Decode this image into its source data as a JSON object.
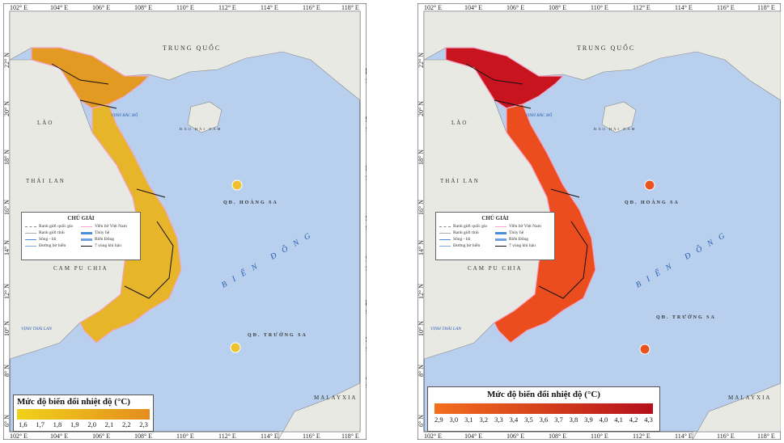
{
  "axes": {
    "lon_labels": [
      "102° E",
      "104° E",
      "106° E",
      "108° E",
      "110° E",
      "112° E",
      "114° E",
      "116° E",
      "118° E"
    ],
    "lat_labels": [
      "22° N",
      "20° N",
      "18° N",
      "16° N",
      "14° N",
      "12° N",
      "10° N",
      "8° N",
      "6° N"
    ]
  },
  "places": {
    "china": "TRUNG QUỐC",
    "laos": "LÀO",
    "thailand": "THÁI LAN",
    "cambodia": "CAM PU CHIA",
    "malaysia": "MALAYXIA",
    "hainan": "ĐẢO HẢI NAM",
    "gulf_tonkin": "VỊNH BẮC BỘ",
    "gulf_thailand": "VỊNH THÁI LAN",
    "east_sea": "BIỂN ĐÔNG",
    "paracel": "QĐ. HOÀNG SA",
    "spratly": "QĐ. TRƯỜNG SA"
  },
  "legend": {
    "title": "CHÚ GIẢI",
    "items": [
      {
        "label": "Ranh giới quốc gia",
        "color": "#888888",
        "style": "dashed"
      },
      {
        "label": "Ranh giới tỉnh",
        "color": "#aaaaaa",
        "style": "solid"
      },
      {
        "label": "Sông - hồ",
        "color": "#4a90d9",
        "style": "solid"
      },
      {
        "label": "Đường bờ biển",
        "color": "#7fa7d9",
        "style": "solid"
      },
      {
        "label": "Viền bờ Việt Nam",
        "color": "#f2a6c8",
        "style": "solid"
      },
      {
        "label": "Thủy hệ",
        "color": "#4a90d9",
        "style": "bar"
      },
      {
        "label": "Biển Đông",
        "color": "#6fa0e0",
        "style": "bar"
      },
      {
        "label": "7 vùng khí hậu",
        "color": "#111111",
        "style": "solid"
      }
    ]
  },
  "panels": [
    {
      "id": "left",
      "scale_title": "Mức độ biến đổi nhiệt độ (°C)",
      "ticks": [
        "1,6",
        "1,7",
        "1,8",
        "1,9",
        "2,0",
        "2,1",
        "2,2",
        "2,3"
      ],
      "north_color": "#e39a22",
      "south_color": "#e7b52a",
      "scale_start": "#f0d21a",
      "scale_end": "#e58d1e",
      "island_color": "#efc22d"
    },
    {
      "id": "right",
      "scale_title": "Mức độ biến đổi nhiệt độ (°C)",
      "ticks": [
        "2,9",
        "3,0",
        "3,1",
        "3,2",
        "3,3",
        "3,4",
        "3,5",
        "3,6",
        "3,7",
        "3,8",
        "3,9",
        "4,0",
        "4,1",
        "4,2",
        "4,3"
      ],
      "north_color": "#c8141e",
      "south_color": "#ec4d1e",
      "scale_start": "#f36f1d",
      "scale_end": "#b5101c",
      "island_color": "#e8531f"
    }
  ]
}
